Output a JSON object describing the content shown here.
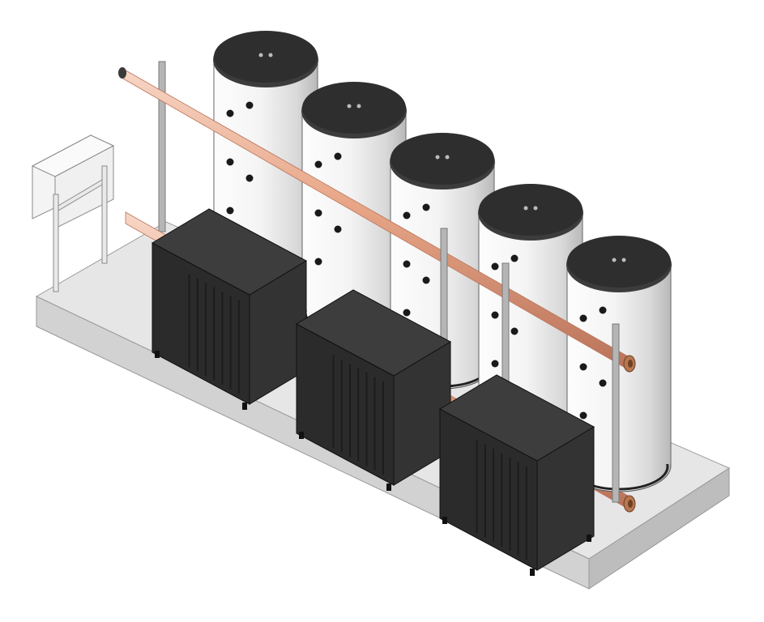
{
  "scene": {
    "subject": "heat-pump-plant",
    "tank_count": 5,
    "heat_pump_count": 3,
    "control_panel_count": 1,
    "pipe_runs": 2
  },
  "colors": {
    "background": "#ffffff",
    "slab_top": "#e6e6e6",
    "slab_side_light": "#d2d2d2",
    "slab_side_dark": "#bdbdbd",
    "tank_body": "#f2f2f2",
    "tank_shade": "#bcbcbc",
    "tank_lid": "#2e2e2e",
    "tank_lid_edge": "#3c3c3c",
    "port": "#1a1a1a",
    "unit_front": "#2b2b2b",
    "unit_side": "#333333",
    "unit_top": "#3d3d3d",
    "grille": "#1c1c1c",
    "pipe_copper": "#e8a687",
    "pipe_highlight": "#f7d6c6",
    "pipe_shadow": "#b9735a",
    "pipe_flange": "#b6764f",
    "post_steel": "#b5b5b5",
    "post_edge": "#7a7a7a",
    "panel_face": "#f4f4f4",
    "panel_edge": "#8a8a8a",
    "outline": "#222222"
  },
  "icons": {
    "tank": "cylinder-tank-icon",
    "heat_pump": "outdoor-unit-icon",
    "pipe": "copper-pipe-icon",
    "panel": "control-panel-icon"
  }
}
